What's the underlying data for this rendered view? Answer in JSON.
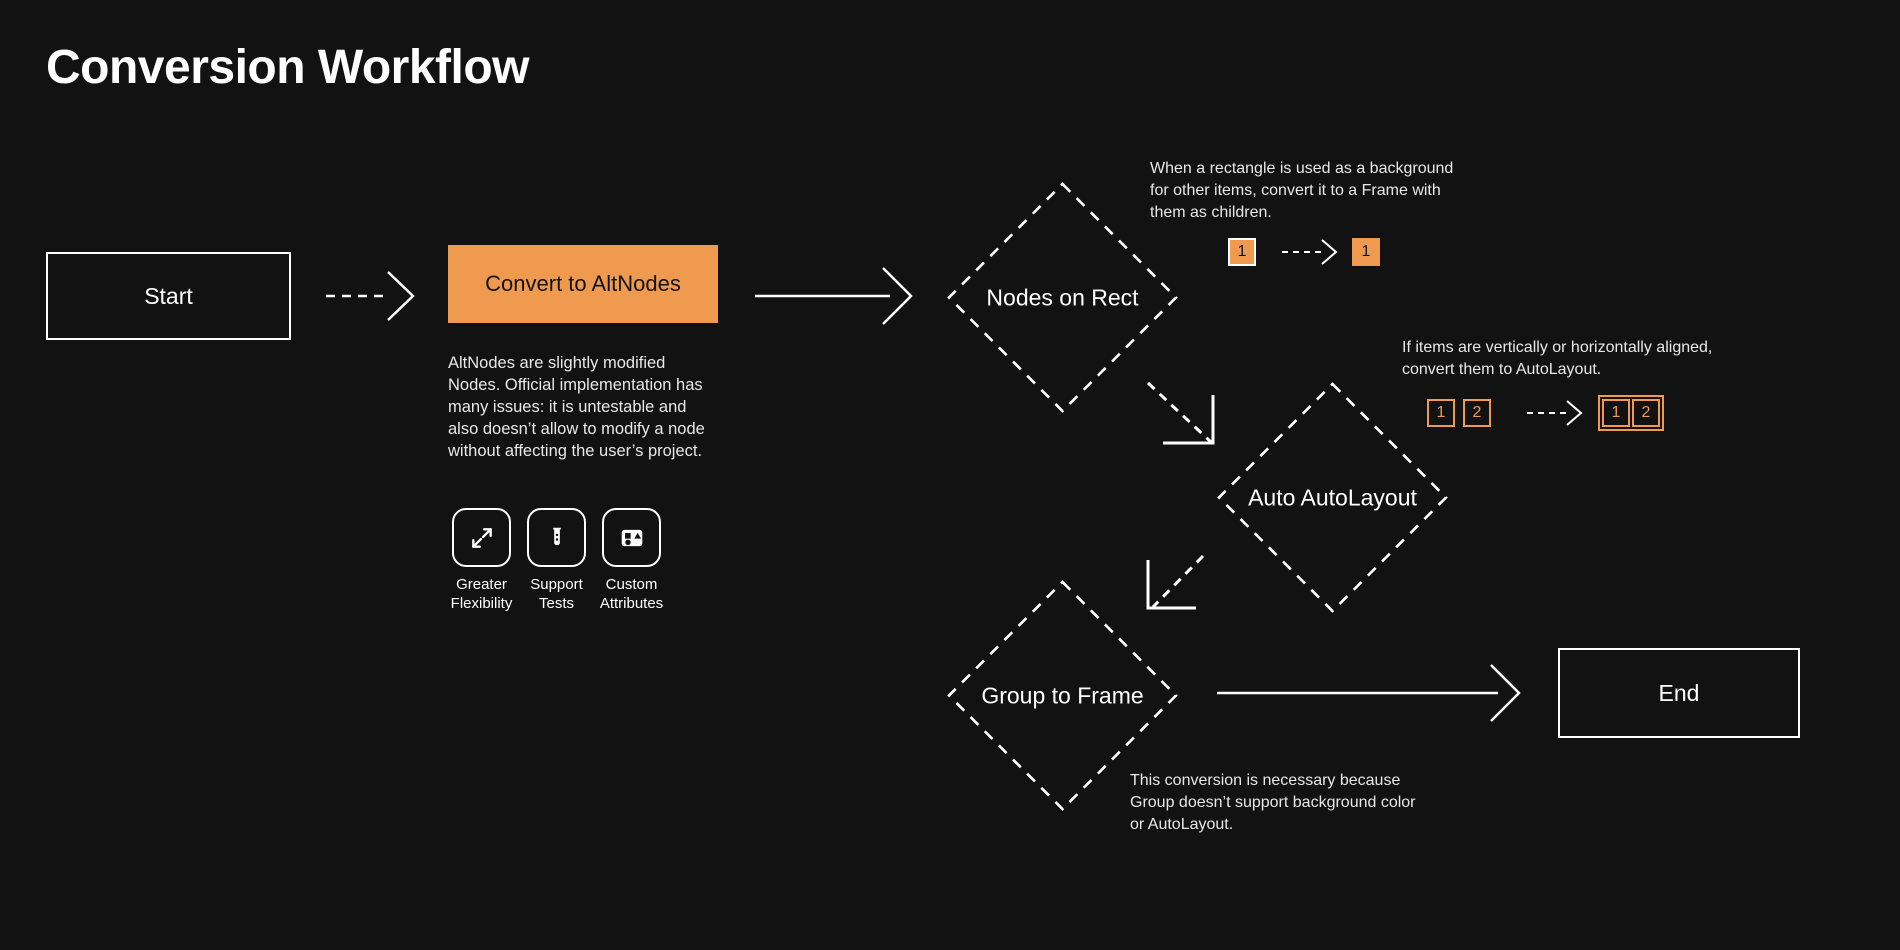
{
  "page": {
    "title": "Conversion Workflow",
    "background_color": "#121212",
    "accent_color": "#f09a4f",
    "text_color": "#ffffff"
  },
  "nodes": {
    "start": {
      "label": "Start",
      "shape": "rectangle"
    },
    "convert": {
      "label": "Convert to AltNodes",
      "shape": "rectangle",
      "fill": "#f09a4f"
    },
    "nodes_on_rect": {
      "label": "Nodes on Rect",
      "shape": "diamond"
    },
    "auto_autolayout": {
      "label": "Auto AutoLayout",
      "shape": "diamond"
    },
    "group_to_frame": {
      "label": "Group to Frame",
      "shape": "diamond"
    },
    "end": {
      "label": "End",
      "shape": "rectangle"
    }
  },
  "descriptions": {
    "altnodes": "AltNodes are slightly modified Nodes. Official implementation has many issues: it is untestable and also doesn’t allow to modify a node without affecting the user’s project.",
    "nodes_on_rect": "When a rectangle is used as a background for other items, convert it to a Frame with them as children.",
    "auto_autolayout": "If items are vertically or horizontally aligned, convert them to AutoLayout.",
    "group_to_frame": "This conversion is necessary because Group doesn’t support background color or AutoLayout."
  },
  "features": [
    {
      "label": "Greater\nFlexibility",
      "icon": "expand-arrows-icon"
    },
    {
      "label": "Support\nTests",
      "icon": "test-tube-icon"
    },
    {
      "label": "Custom\nAttributes",
      "icon": "shapes-icon"
    }
  ],
  "badges": {
    "nodes_on_rect": {
      "before": [
        {
          "value": "1",
          "style": "solid-bordered"
        }
      ],
      "after": [
        {
          "value": "1",
          "style": "solid-plain"
        }
      ]
    },
    "auto_autolayout": {
      "before": [
        {
          "value": "1",
          "style": "outline"
        },
        {
          "value": "2",
          "style": "outline"
        }
      ],
      "after": [
        {
          "value": "1",
          "style": "outline"
        },
        {
          "value": "2",
          "style": "outline"
        }
      ]
    }
  },
  "edges": [
    {
      "from": "start",
      "to": "convert",
      "style": "dashed"
    },
    {
      "from": "convert",
      "to": "nodes_on_rect",
      "style": "solid"
    },
    {
      "from": "nodes_on_rect",
      "to": "auto_autolayout",
      "style": "dashed"
    },
    {
      "from": "auto_autolayout",
      "to": "group_to_frame",
      "style": "dashed"
    },
    {
      "from": "group_to_frame",
      "to": "end",
      "style": "solid"
    }
  ]
}
